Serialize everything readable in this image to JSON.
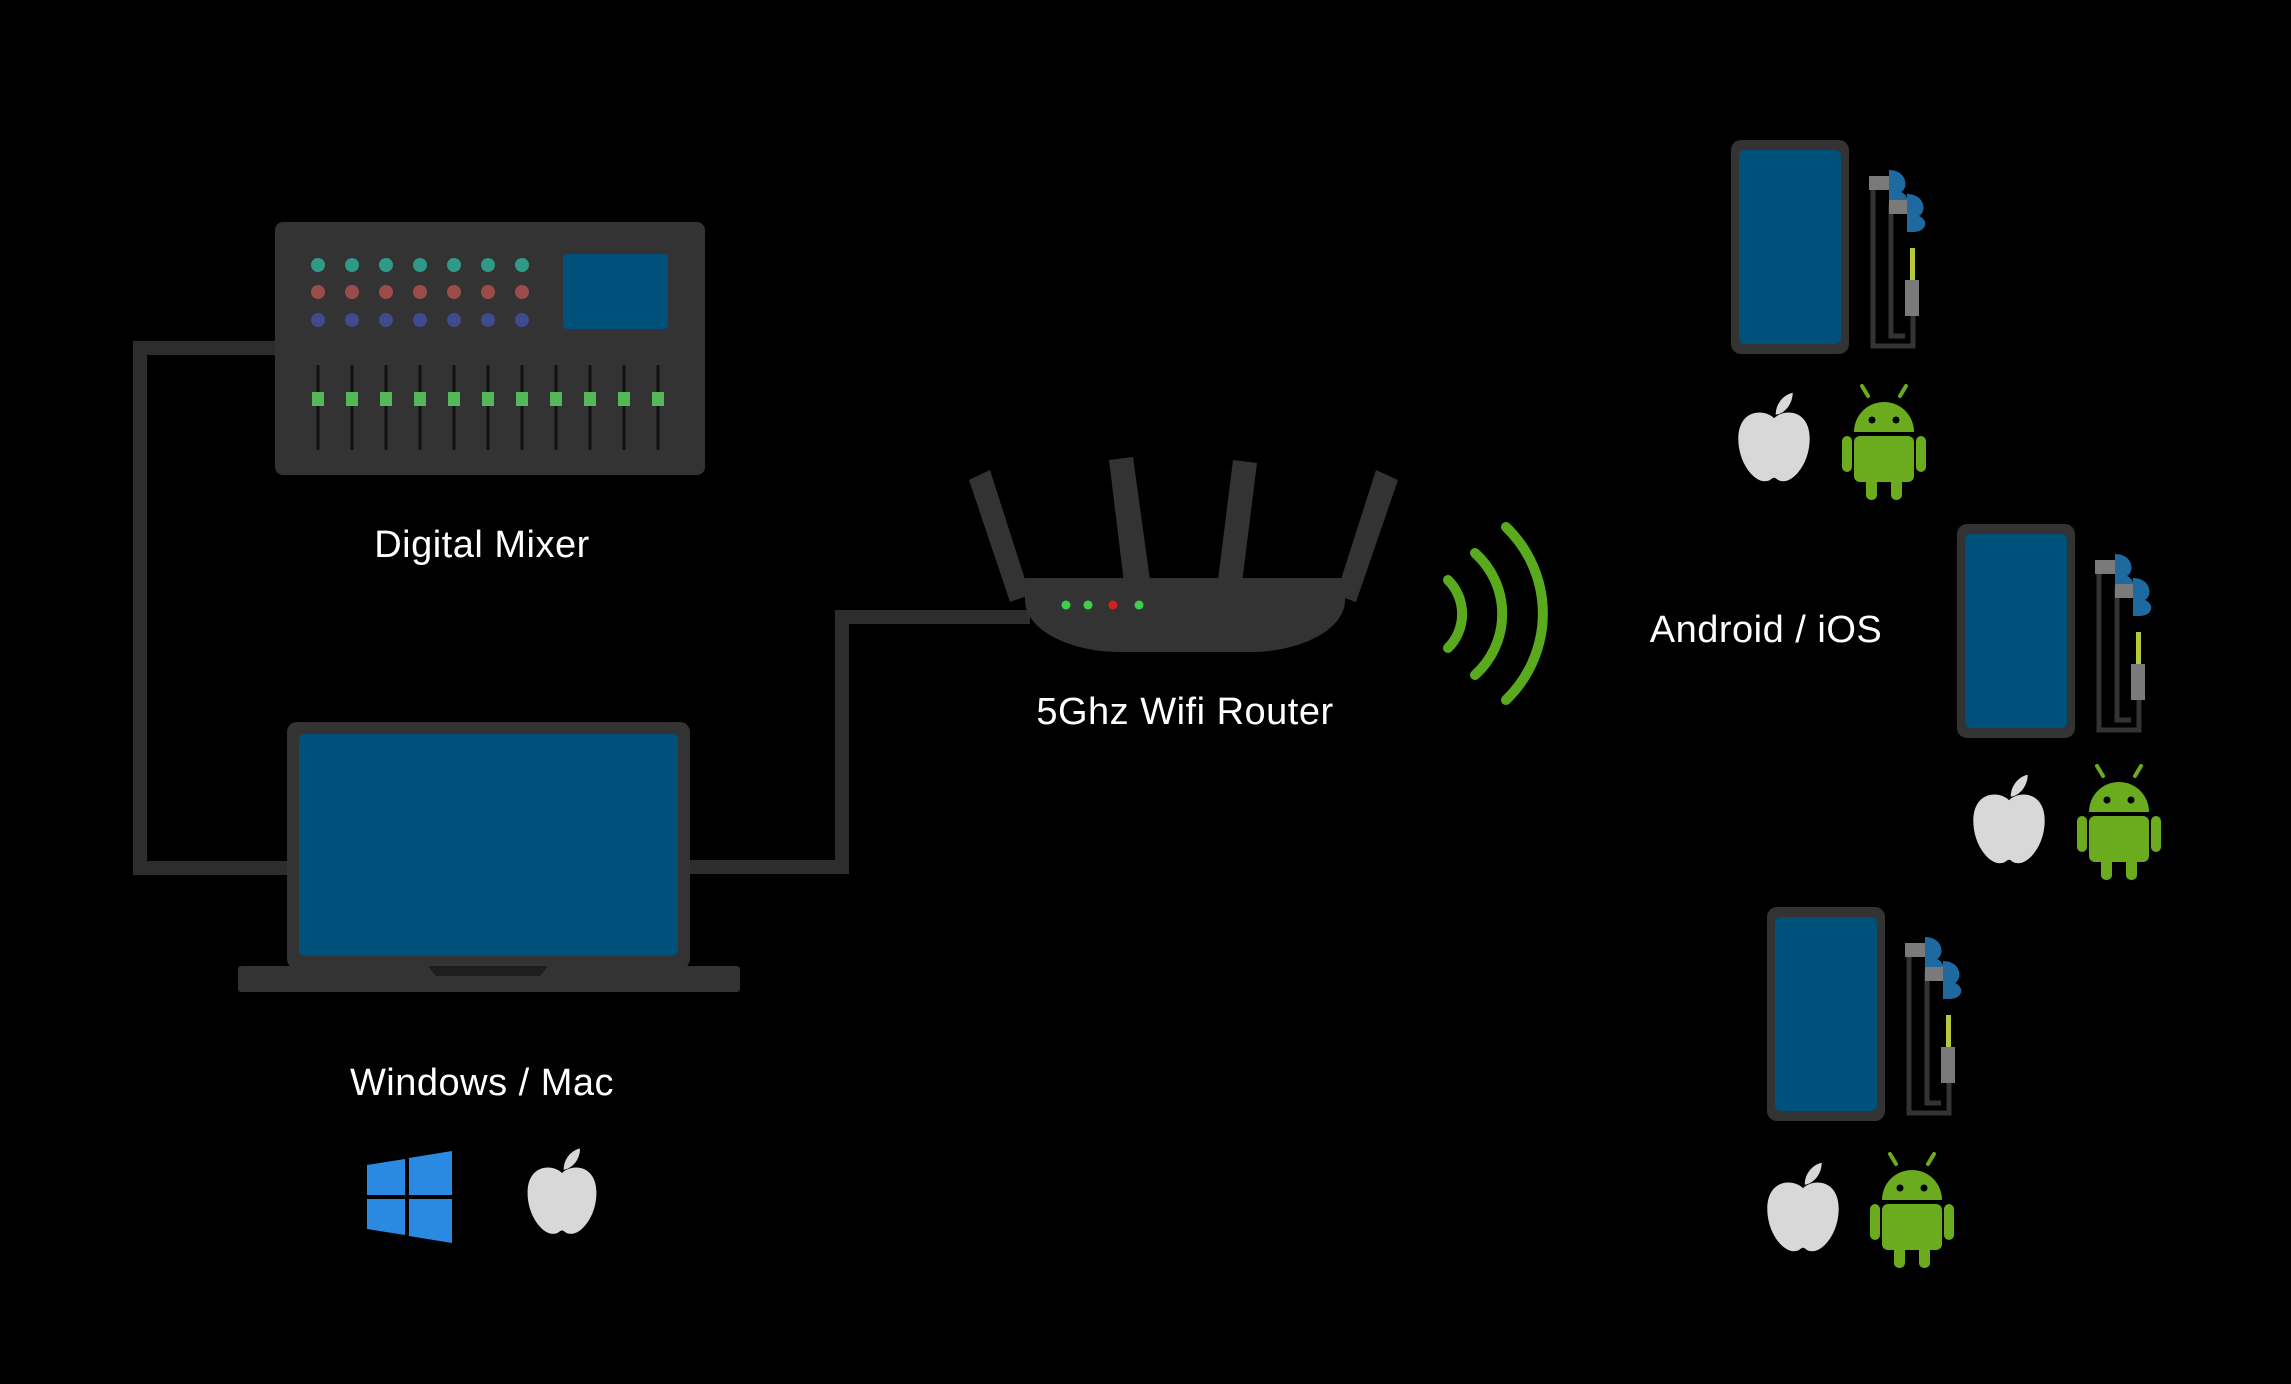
{
  "labels": {
    "mixer": "Digital Mixer",
    "computer": "Windows / Mac",
    "router": "5Ghz Wifi Router",
    "mobile": "Android / iOS"
  },
  "icons": {
    "windows": "windows-logo-icon",
    "apple": "apple-logo-icon",
    "android": "android-logo-icon",
    "wifi": "wifi-signal-icon",
    "earphones": "in-ear-monitor-icon"
  },
  "colors": {
    "background": "#000000",
    "device_body": "#333333",
    "cable": "#2d2d2d",
    "screen": "#00507c",
    "wifi_green": "#5aaa1e",
    "android_green": "#6aac1d",
    "windows_blue": "#2a8ae2",
    "apple_gray": "#d8d8d8",
    "led_green": "#3ecf4a",
    "led_red": "#d42020",
    "knob_teal": "#2f9a87",
    "knob_red": "#9c4b4b",
    "knob_blue": "#3f4a8f",
    "fader_green": "#54b85a"
  }
}
